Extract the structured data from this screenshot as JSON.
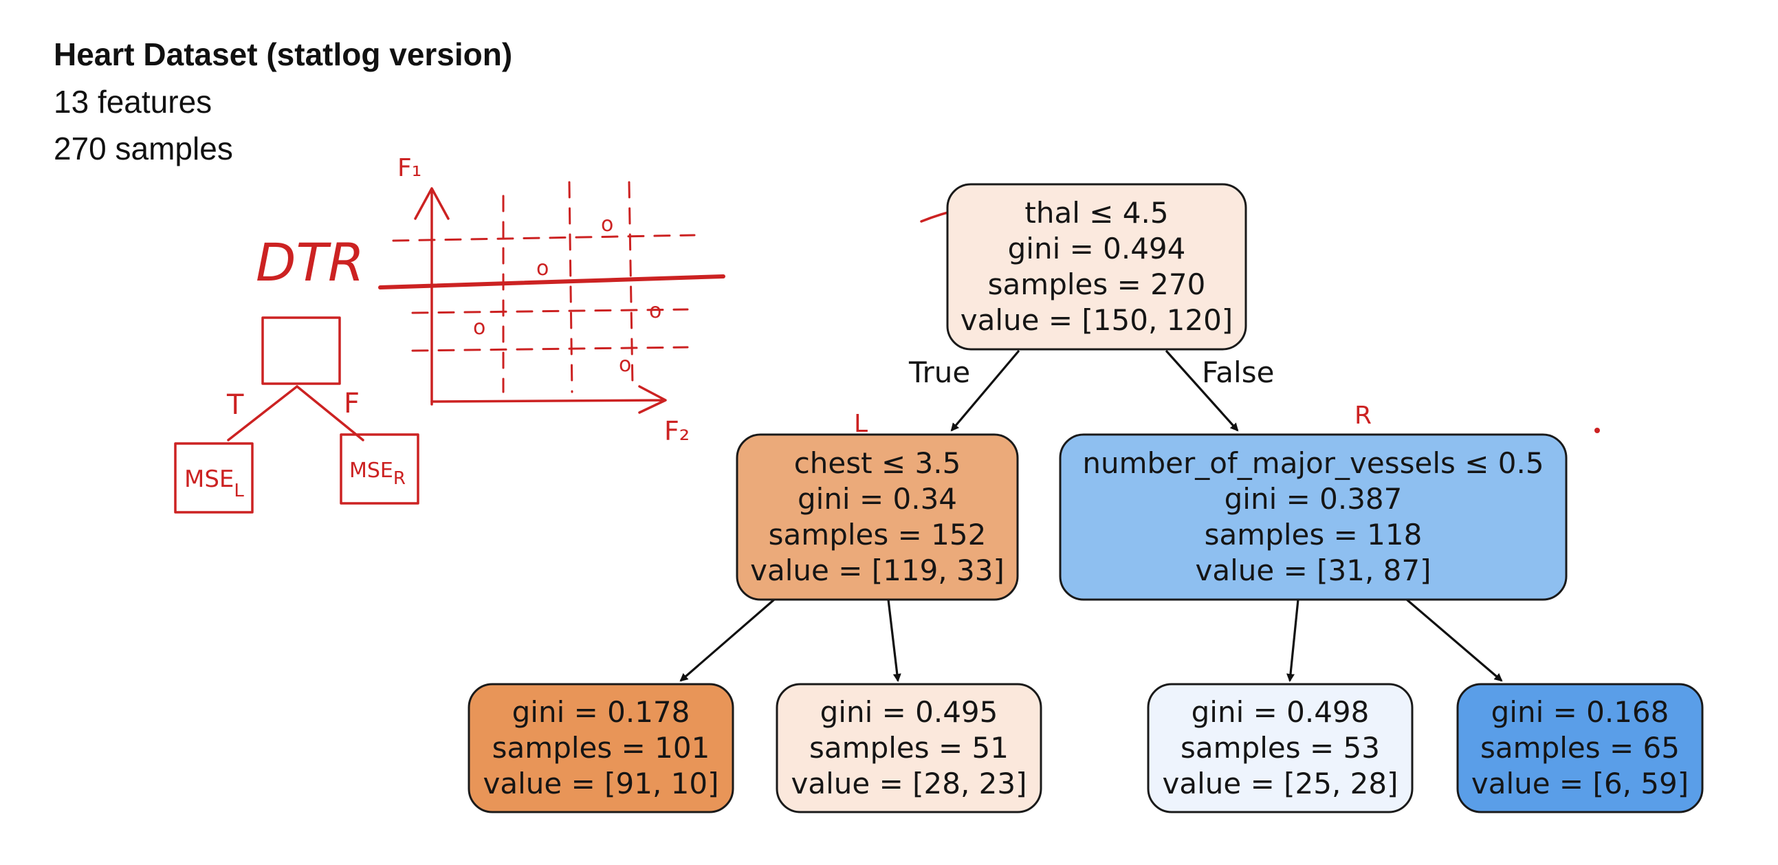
{
  "header": {
    "title": "Heart Dataset (statlog version)",
    "features": "13 features",
    "samples": "270 samples"
  },
  "tree": {
    "nodes": [
      {
        "id": "root",
        "lines": [
          "thal ≤ 4.5",
          "gini = 0.494",
          "samples = 270",
          "value = [150, 120]"
        ],
        "fill": "#fbe9de"
      },
      {
        "id": "left",
        "lines": [
          "chest ≤ 3.5",
          "gini = 0.34",
          "samples = 152",
          "value = [119, 33]"
        ],
        "fill": "#ebaa7a"
      },
      {
        "id": "right",
        "lines": [
          "number_of_major_vessels ≤ 0.5",
          "gini = 0.387",
          "samples = 118",
          "value = [31, 87]"
        ],
        "fill": "#8ebff0"
      },
      {
        "id": "leaf-1",
        "lines": [
          "gini = 0.178",
          "samples = 101",
          "value = [91, 10]"
        ],
        "fill": "#e89558"
      },
      {
        "id": "leaf-2",
        "lines": [
          "gini = 0.495",
          "samples = 51",
          "value = [28, 23]"
        ],
        "fill": "#fbe8dc"
      },
      {
        "id": "leaf-3",
        "lines": [
          "gini = 0.498",
          "samples = 53",
          "value = [25, 28]"
        ],
        "fill": "#eef4fd"
      },
      {
        "id": "leaf-4",
        "lines": [
          "gini = 0.168",
          "samples = 65",
          "value = [6, 59]"
        ],
        "fill": "#5a9ee8"
      }
    ],
    "edges": [
      {
        "from": "root",
        "to": "left",
        "label": "True"
      },
      {
        "from": "root",
        "to": "right",
        "label": "False"
      },
      {
        "from": "left",
        "to": "leaf-1",
        "label": ""
      },
      {
        "from": "left",
        "to": "leaf-2",
        "label": ""
      },
      {
        "from": "right",
        "to": "leaf-3",
        "label": ""
      },
      {
        "from": "right",
        "to": "leaf-4",
        "label": ""
      }
    ]
  },
  "annotations": {
    "dtr": "DTR",
    "axis_f1": "F₁",
    "axis_f2": "F₂",
    "branch_t": "T",
    "branch_f": "F",
    "leaf_left": "MSE",
    "leaf_left_sub": "L",
    "leaf_right": "MSE",
    "leaf_right_sub": "R",
    "mark_l": "L",
    "mark_r": "R",
    "point_mark": "o",
    "ink_color": "#cc2222"
  }
}
